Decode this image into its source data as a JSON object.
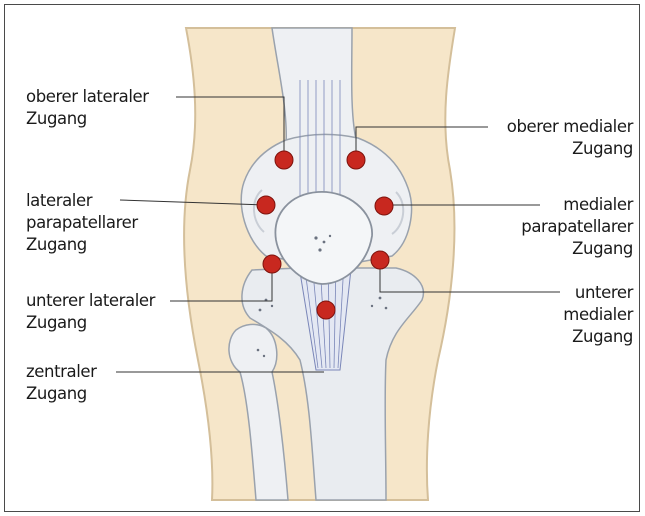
{
  "labels": {
    "superior_lateral": [
      "oberer lateraler",
      "Zugang"
    ],
    "lateral_parapatellar": [
      "lateraler",
      "parapatellarer",
      "Zugang"
    ],
    "inferior_lateral": [
      "unterer lateraler",
      "Zugang"
    ],
    "central": [
      "zentraler",
      "Zugang"
    ],
    "superior_medial": [
      "oberer medialer",
      "Zugang"
    ],
    "medial_parapatellar": [
      "medialer",
      "parapatellarer",
      "Zugang"
    ],
    "inferior_medial": [
      "unterer",
      "medialer",
      "Zugang"
    ]
  },
  "colors": {
    "skin": "#f6e6c9",
    "skin_outline": "#d4bf9a",
    "bone": "#eef0f3",
    "bone_shadow": "#c9ced6",
    "tendon_line": "#7a86b8",
    "portal": "#c8281f",
    "line": "#333333"
  }
}
